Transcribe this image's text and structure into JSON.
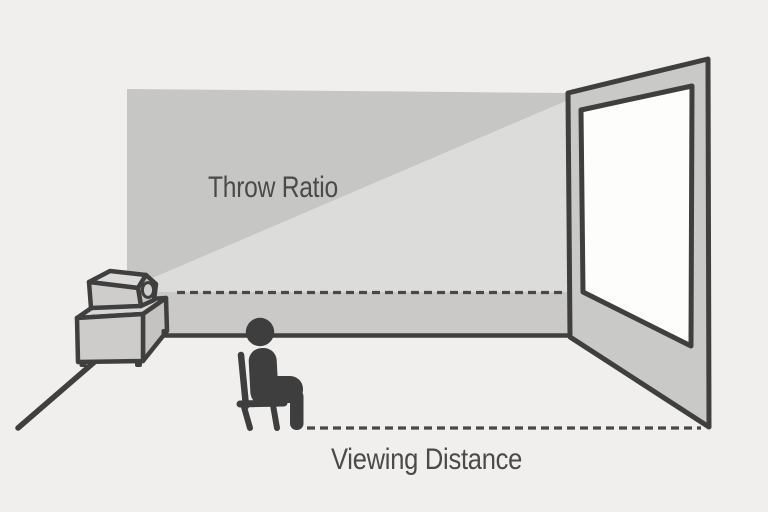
{
  "labels": {
    "throw_ratio": "Throw Ratio",
    "viewing_distance": "Viewing Distance"
  },
  "colors": {
    "background": "#f0efee",
    "wall_shadow": "#c6c6c5",
    "beam": "#dcdcda",
    "wall_below_beam": "#cac9c8",
    "outline": "#3f3f3f",
    "dash": "#484848",
    "screen_frame_fill": "#c9c9c8",
    "screen_surface": "#fdfdfc",
    "figure": "#3e3e3e",
    "projector_front": "#cecdcc",
    "projector_top": "#dcdbda",
    "projector_side": "#c6c5c4",
    "lens_inner": "#cfcecd",
    "stand_front": "#cdcccb",
    "stand_top": "#d7d6d5",
    "stand_side": "#c4c3c2",
    "label_text": "#4a4a4a"
  },
  "scene": {
    "parts": [
      "wall-shadow",
      "projection-beam",
      "projection-screen",
      "projector",
      "projector-stand",
      "viewer-person",
      "chair",
      "throw-distance-dashed-line",
      "viewing-distance-dashed-line"
    ]
  }
}
